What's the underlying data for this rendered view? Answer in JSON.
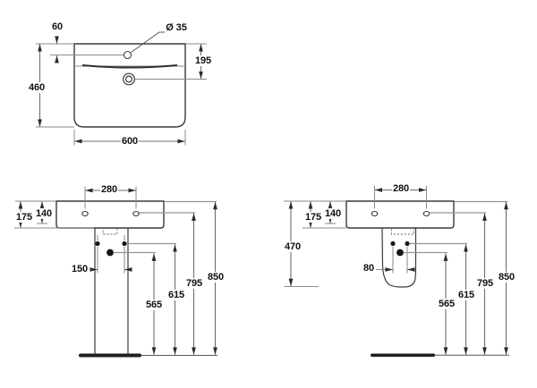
{
  "drawing_title": "Washbasin technical drawing - plan view, pedestal and semi-pedestal elevations",
  "units": "mm",
  "colors": {
    "object_line": "#3a3a3a",
    "dimension_line": "#6e6e6e",
    "extension_line": "#8a8a8a",
    "arrow": "#2b2b2b",
    "text": "#111111",
    "floor": "#1f1f1f",
    "background": "#ffffff"
  },
  "labels": {
    "top": {
      "tap_hole_offset": "60",
      "tap_hole_diameter": "Ø 35",
      "drain_depth": "195",
      "basin_depth": "460",
      "basin_width": "600"
    },
    "pedestal": {
      "tap_spacing": "280",
      "front_height": "175",
      "inner_height": "140",
      "bolt_spacing": "150",
      "trap_height": "565",
      "bolt_height": "615",
      "fixing_height": "795",
      "rim_height": "850"
    },
    "semi_pedestal": {
      "tap_spacing": "280",
      "front_height": "175",
      "inner_height": "140",
      "pedestal_height": "470",
      "bolt_spacing": "80",
      "trap_height": "565",
      "bolt_height": "615",
      "fixing_height": "795",
      "rim_height": "850"
    }
  }
}
